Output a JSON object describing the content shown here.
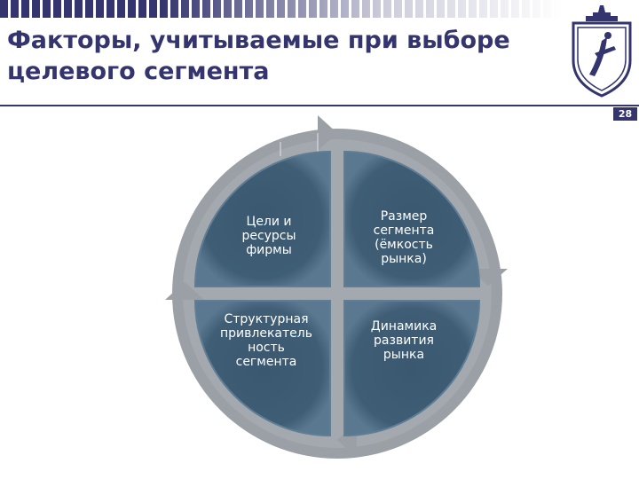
{
  "slide": {
    "title": "Факторы, учитываемые при выборе\nцелевого сегмента",
    "page_number": "28"
  },
  "diagram": {
    "quadrants": [
      {
        "position": "top-left",
        "label": "Цели и\nресурсы\nфирмы"
      },
      {
        "position": "top-right",
        "label": "Размер\nсегмента\n(ёмкость\nрынка)"
      },
      {
        "position": "bottom-left",
        "label": "Структурная\nпривлекатель\nность\nсегмента"
      },
      {
        "position": "bottom-right",
        "label": "Динамика\nразвития\nрынка"
      }
    ]
  },
  "colors": {
    "header_navy": "#34356e",
    "ring_grey": "#9aa0a6",
    "quadrant_fill": "#3f5e76",
    "quadrant_edge": "#5f7d94"
  },
  "logo": {
    "icon": "university-shield-logo"
  }
}
